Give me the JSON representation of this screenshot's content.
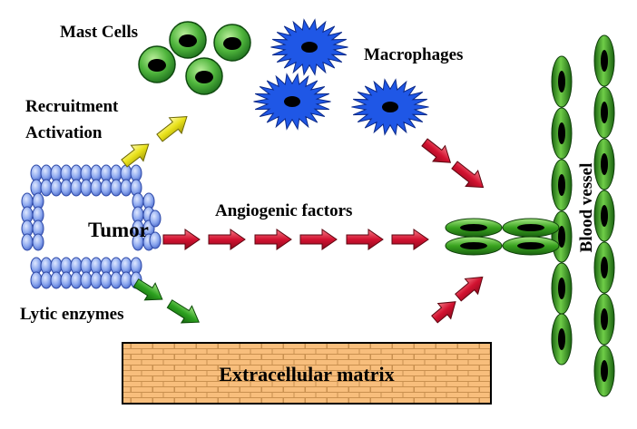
{
  "labels": {
    "mast_cells": "Mast Cells",
    "macrophages": "Macrophages",
    "recruitment": "Recruitment",
    "activation": "Activation",
    "tumor": "Tumor",
    "angiogenic_factors": "Angiogenic factors",
    "lytic_enzymes": "Lytic enzymes",
    "extracellular_matrix": "Extracellular matrix",
    "blood_vessel": "Blood vessel"
  },
  "colors": {
    "tumor_cell": "#8aa6ee",
    "mast_cell": "#2f9a2f",
    "macrophage": "#1f57e6",
    "endothelial_cell": "#39a31f",
    "angiogenic_arrow": "#d21230",
    "recruitment_arrow": "#e9e21a",
    "lytic_arrow": "#2ca11f",
    "matrix_fill": "#f8be7c"
  },
  "icons": {
    "mast_cell": "round-cell-icon",
    "macrophage": "spiky-cell-icon",
    "tumor_cell": "oval-cell-icon",
    "endothelial_cell": "spindle-cell-icon",
    "arrow": "block-arrow-icon"
  }
}
